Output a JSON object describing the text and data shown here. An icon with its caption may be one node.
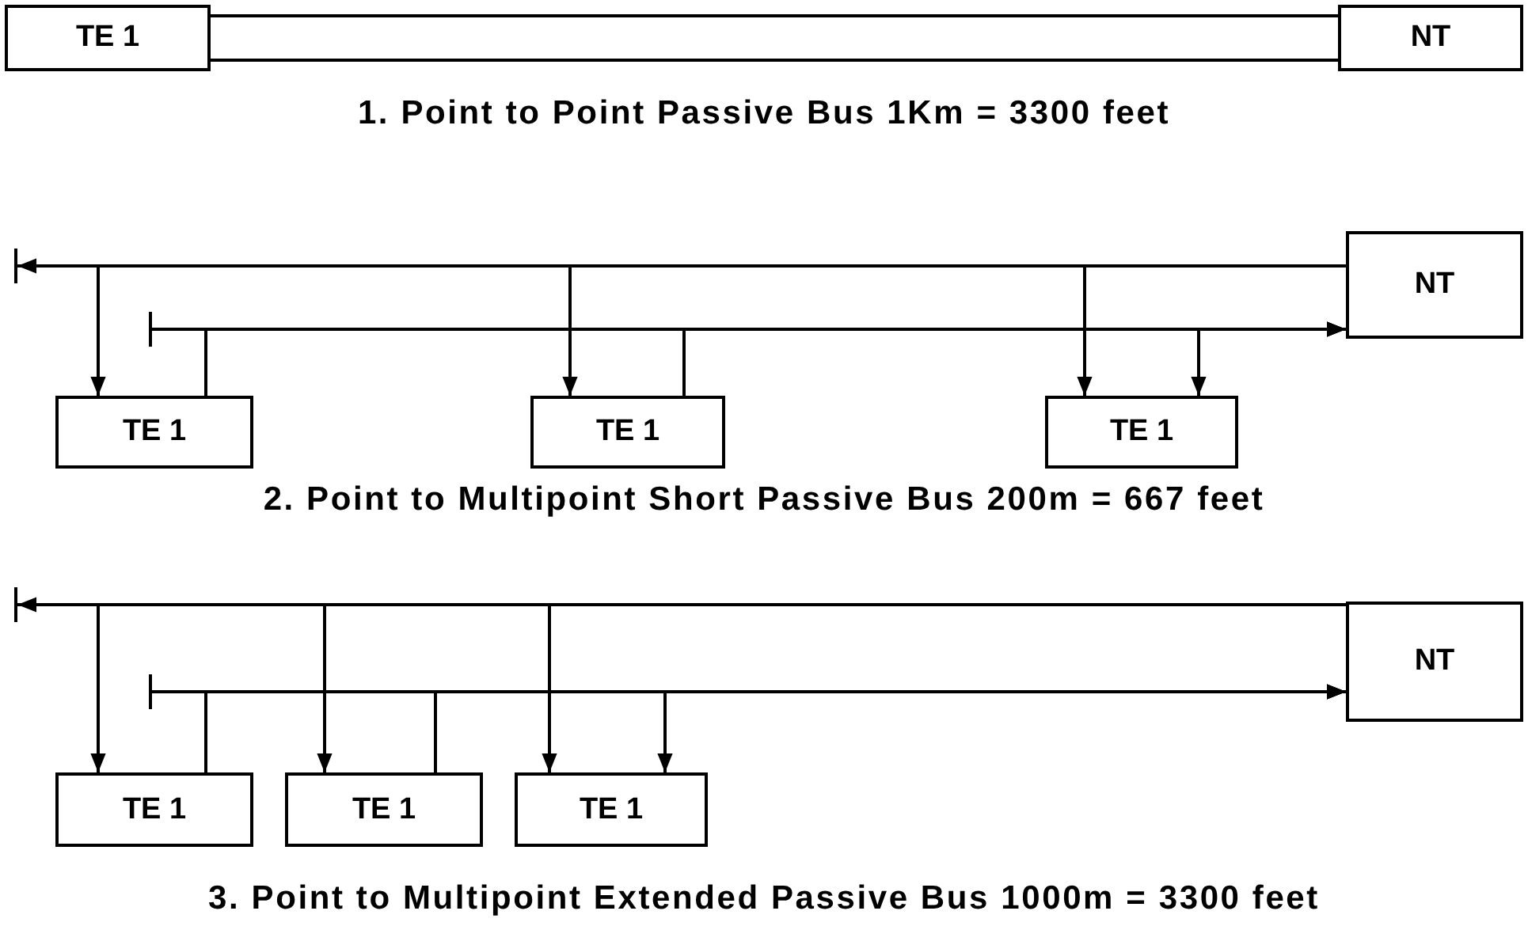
{
  "diagram": {
    "nodes": [
      {
        "text": [
          "TE 1"
        ]
      },
      {
        "text": [
          "NT"
        ]
      },
      {
        "text": [
          "NT"
        ]
      },
      {
        "text": [
          "TE 1"
        ]
      },
      {
        "text": [
          "TE 1"
        ]
      },
      {
        "text": [
          "TE 1"
        ]
      },
      {
        "text": [
          "NT"
        ]
      },
      {
        "text": [
          "TE 1"
        ]
      },
      {
        "text": [
          "TE 1"
        ]
      },
      {
        "text": [
          "TE 1"
        ]
      }
    ],
    "edges": [
      {
        "from": 0,
        "to": 1,
        "arrow": "none"
      },
      {
        "from": 2,
        "to": null,
        "arrow": "to"
      },
      {
        "from": null,
        "to": 2,
        "arrow": "to"
      },
      {
        "from": 2,
        "to": 3,
        "arrow": "to"
      },
      {
        "from": 3,
        "to": 2,
        "arrow": "to"
      },
      {
        "from": 2,
        "to": 4,
        "arrow": "to"
      },
      {
        "from": 4,
        "to": 2,
        "arrow": "to"
      },
      {
        "from": 2,
        "to": 5,
        "arrow": "to"
      },
      {
        "from": 5,
        "to": 2,
        "arrow": "both"
      },
      {
        "from": 6,
        "to": null,
        "arrow": "to"
      },
      {
        "from": null,
        "to": 6,
        "arrow": "to"
      },
      {
        "from": 6,
        "to": 7,
        "arrow": "to"
      },
      {
        "from": 7,
        "to": 6,
        "arrow": "to"
      },
      {
        "from": 6,
        "to": 8,
        "arrow": "to"
      },
      {
        "from": 8,
        "to": 6,
        "arrow": "to"
      },
      {
        "from": 6,
        "to": 9,
        "arrow": "to"
      },
      {
        "from": 9,
        "to": 6,
        "arrow": "both"
      }
    ],
    "labels": [
      "1. Point to Point Passive Bus 1Km = 3300 feet",
      "2. Point to Multipoint Short Passive Bus 200m = 667 feet",
      "3. Point to Multipoint Extended Passive Bus 1000m = 3300 feet"
    ]
  }
}
